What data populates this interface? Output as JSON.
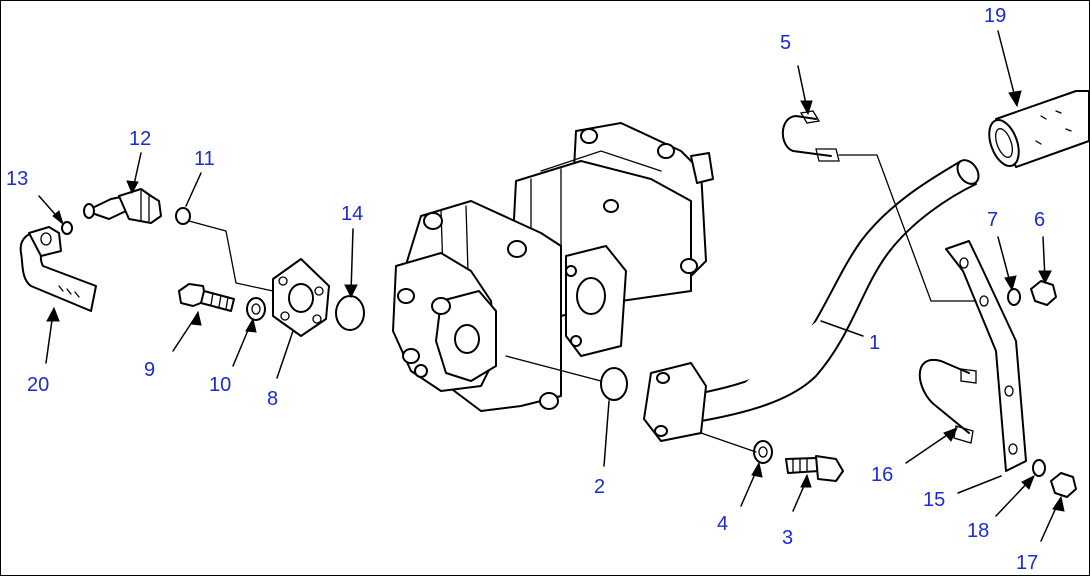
{
  "diagram": {
    "callouts": [
      {
        "id": "1",
        "text": "1"
      },
      {
        "id": "2",
        "text": "2"
      },
      {
        "id": "3",
        "text": "3"
      },
      {
        "id": "4",
        "text": "4"
      },
      {
        "id": "5",
        "text": "5"
      },
      {
        "id": "6",
        "text": "6"
      },
      {
        "id": "7",
        "text": "7"
      },
      {
        "id": "8",
        "text": "8"
      },
      {
        "id": "9",
        "text": "9"
      },
      {
        "id": "10",
        "text": "10"
      },
      {
        "id": "11",
        "text": "11"
      },
      {
        "id": "12",
        "text": "12"
      },
      {
        "id": "13",
        "text": "13"
      },
      {
        "id": "14",
        "text": "14"
      },
      {
        "id": "15",
        "text": "15"
      },
      {
        "id": "16",
        "text": "16"
      },
      {
        "id": "17",
        "text": "17"
      },
      {
        "id": "18",
        "text": "18"
      },
      {
        "id": "19",
        "text": "19"
      },
      {
        "id": "20",
        "text": "20"
      }
    ],
    "label_color": "#1a2bd6",
    "line_color": "#000000"
  }
}
